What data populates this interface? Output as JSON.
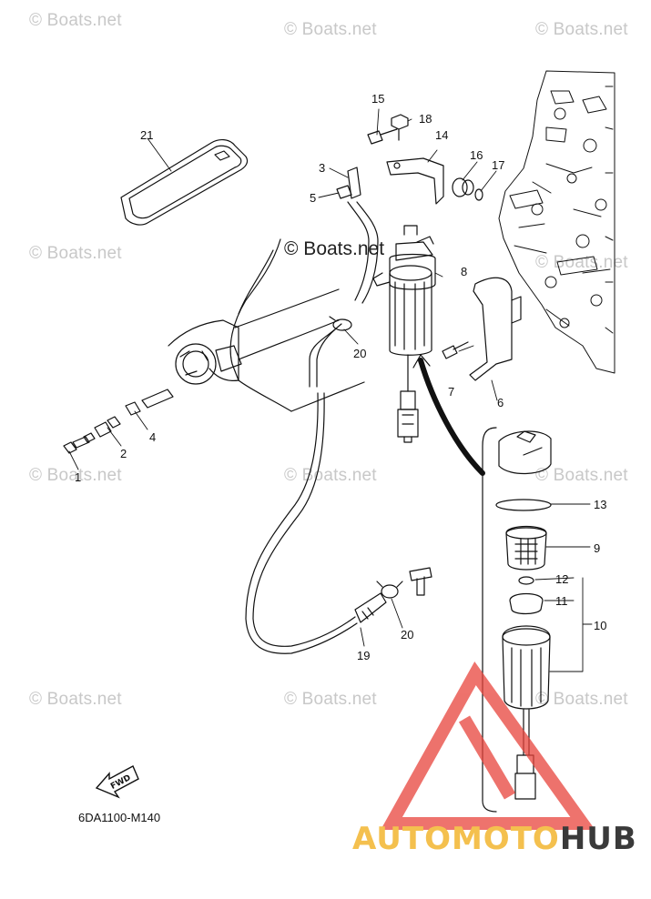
{
  "watermarks": [
    "© Boats.net",
    "© Boats.net",
    "© Boats.net",
    "© Boats.net",
    "© Boats.net",
    "© Boats.net",
    "© Boats.net",
    "© Boats.net",
    "© Boats.net",
    "© Boats.net",
    "© Boats.net"
  ],
  "watermark_center": "© Boats.net",
  "part_labels": [
    "1",
    "2",
    "3",
    "4",
    "5",
    "6",
    "7",
    "8",
    "9",
    "10",
    "11",
    "12",
    "13",
    "14",
    "15",
    "16",
    "17",
    "18",
    "19",
    "20",
    "20",
    "21"
  ],
  "fwd_label": "FWD",
  "diagram_code": "6DA1100-M140",
  "brand": {
    "part1": "AUTOMOTO",
    "part2": "HUB",
    "color1": "#f4c04e",
    "color2": "#3a3a3a",
    "triangle_color": "#e8443c"
  }
}
